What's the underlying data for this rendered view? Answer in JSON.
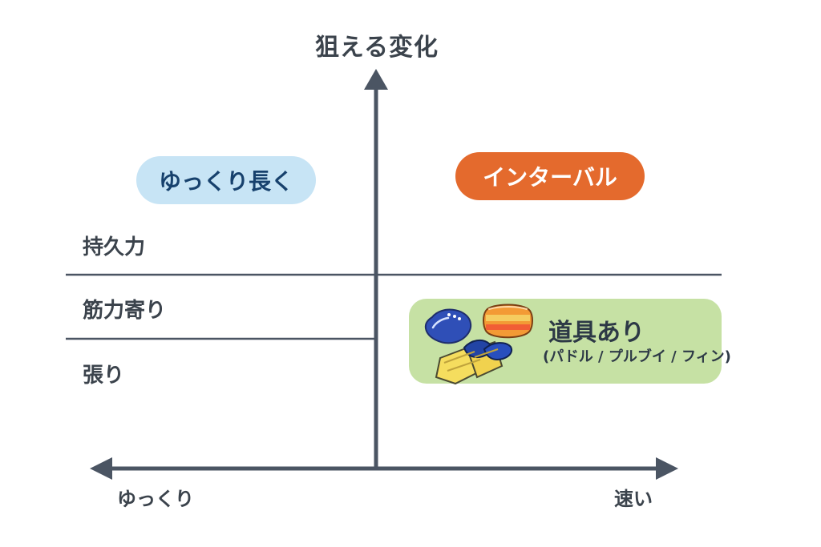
{
  "title": "狙える変化",
  "quadrants": {
    "slow_long": {
      "label": "ゆっくり長く",
      "bg_color": "#c7e4f5",
      "text_color": "#17416d"
    },
    "interval": {
      "label": "インターバル",
      "bg_color": "#e46a2d",
      "text_color": "#ffffff"
    }
  },
  "left_labels": {
    "endurance": "持久力",
    "strength": "筋力寄り",
    "tone": "張り"
  },
  "axis": {
    "x_left": "ゆっくり",
    "x_right": "速い",
    "axis_color": "#4b5563"
  },
  "equipment": {
    "title": "道具あり",
    "subtitle": "(パドル / プルブイ / フィン)",
    "bg_color": "#c6e1a4",
    "icons": [
      "paddle-icon",
      "pull-buoy-icon",
      "fins-icon"
    ]
  }
}
